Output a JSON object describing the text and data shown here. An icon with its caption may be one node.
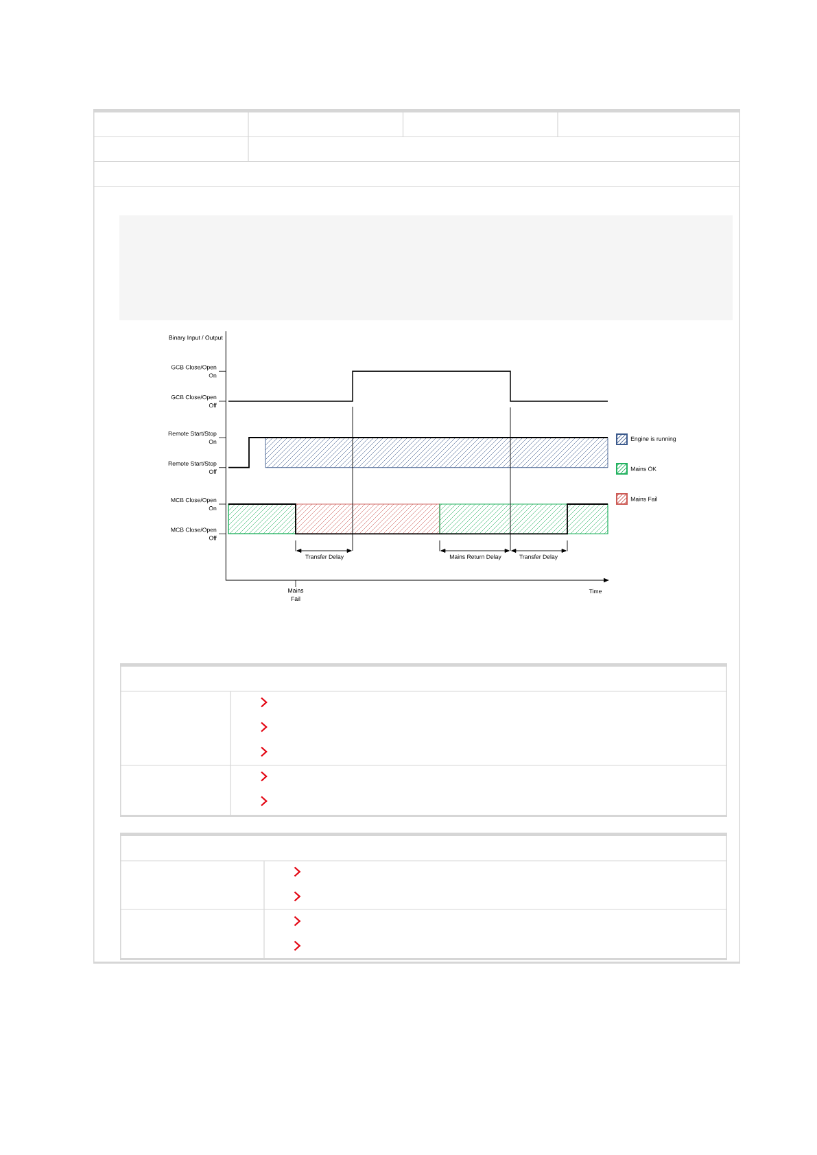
{
  "diagram": {
    "labels": [
      "Binary Input / Output",
      "GCB Close/Open On",
      "GCB Close/Open Off",
      "Remote Start/Stop On",
      "Remote Start/Stop Off",
      "MCB Close/Open On",
      "MCB Close/Open Off",
      "Transfer Delay",
      "Mains Return Delay",
      "Transfer Delay",
      "Mains Fail",
      "Time"
    ],
    "legend": [
      {
        "text": "Engine is running",
        "color": "#3c5a8c"
      },
      {
        "text": "Mains OK",
        "color": "#22b15f"
      },
      {
        "text": "Mains Fail",
        "color": "#cc5a55"
      }
    ]
  }
}
